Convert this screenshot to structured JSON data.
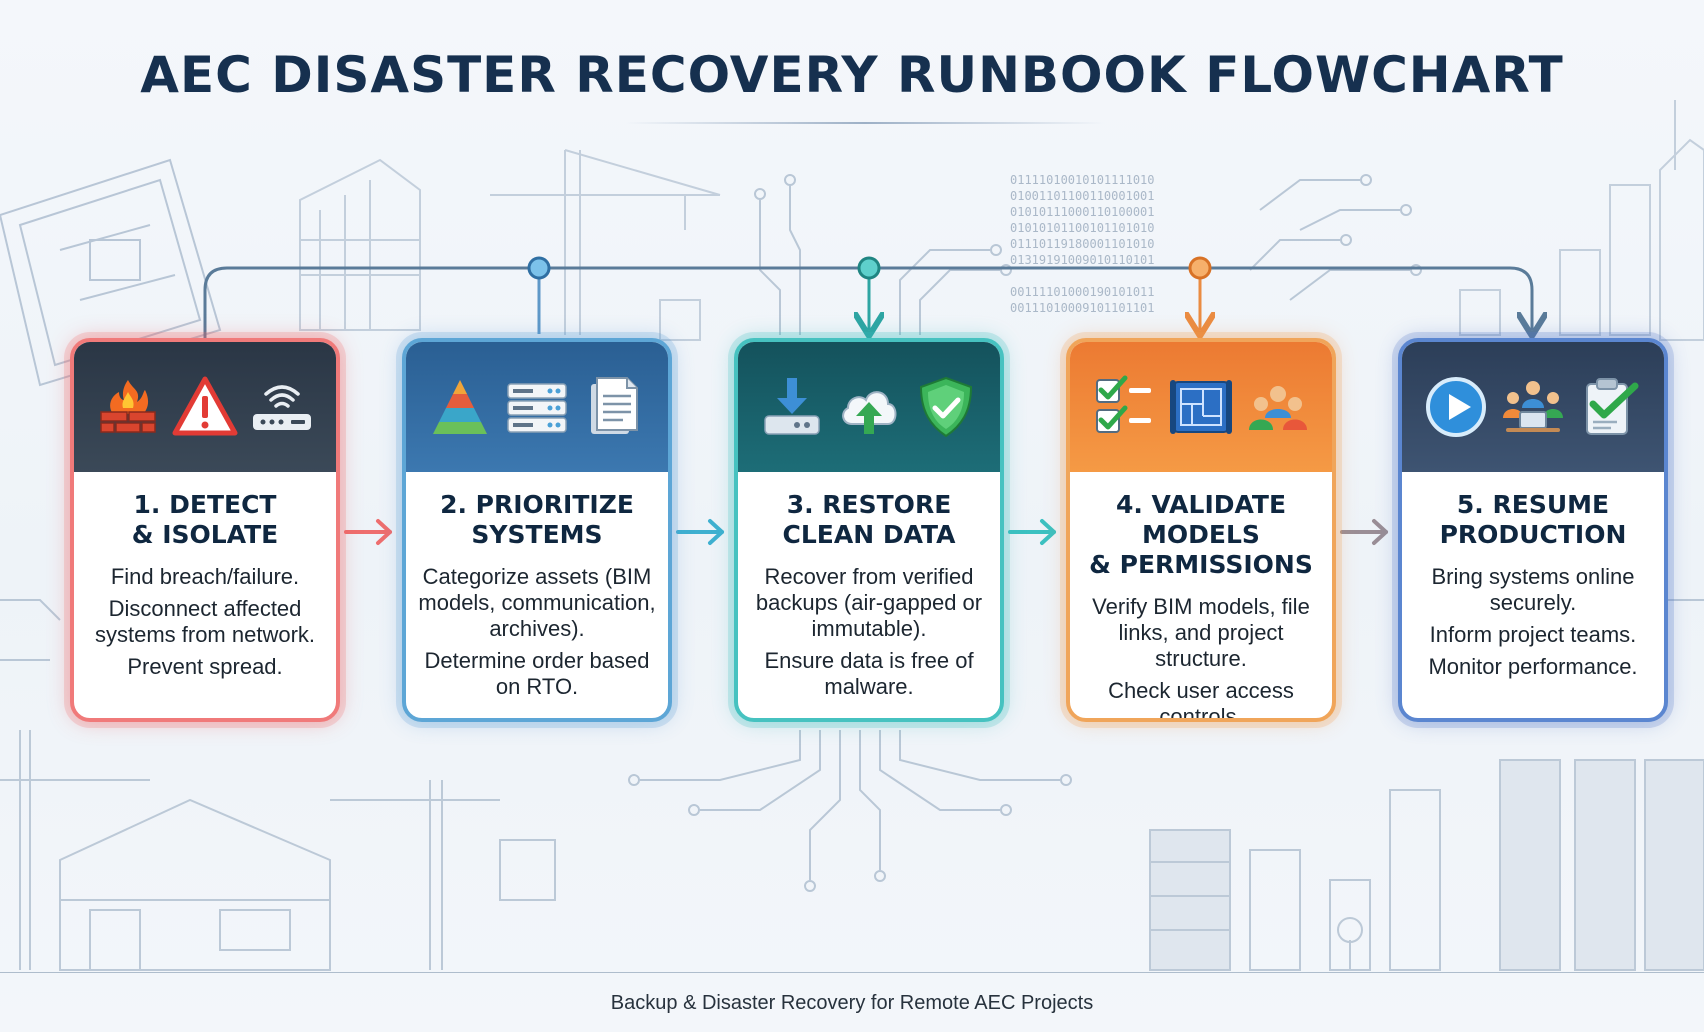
{
  "title": "AEC DISASTER RECOVERY RUNBOOK FLOWCHART",
  "footer": "Backup & Disaster Recovery for Remote AEC Projects",
  "colors": {
    "step1": "#f07a7a",
    "step2": "#5da6d6",
    "step3": "#46c2c0",
    "step4": "#f0a55a",
    "step5": "#5b86d0",
    "title": "#16304f"
  },
  "steps": [
    {
      "title": "1. DETECT\n& ISOLATE",
      "icons": [
        "firewall-icon",
        "warning-icon",
        "router-icon"
      ],
      "lines": [
        "Find breach/failure.",
        "Disconnect affected systems from network.",
        "Prevent spread."
      ]
    },
    {
      "title": "2. PRIORITIZE\nSYSTEMS",
      "icons": [
        "pyramid-icon",
        "server-rack-icon",
        "document-icon"
      ],
      "lines": [
        "Categorize assets (BIM models, communication, archives).",
        "Determine order based on RTO."
      ]
    },
    {
      "title": "3. RESTORE\nCLEAN DATA",
      "icons": [
        "download-drive-icon",
        "cloud-upload-icon",
        "shield-check-icon"
      ],
      "lines": [
        "Recover from verified backups (air-gapped or immutable).",
        "Ensure data is free of malware."
      ]
    },
    {
      "title": "4. VALIDATE MODELS\n& PERMISSIONS",
      "icons": [
        "checklist-icon",
        "blueprint-icon",
        "team-icon"
      ],
      "lines": [
        "Verify BIM models, file links, and project structure.",
        "Check user access controls."
      ]
    },
    {
      "title": "5. RESUME\nPRODUCTION",
      "icons": [
        "play-icon",
        "meeting-icon",
        "clipboard-check-icon"
      ],
      "lines": [
        "Bring systems online securely.",
        "Inform project teams.",
        "Monitor performance."
      ]
    }
  ]
}
